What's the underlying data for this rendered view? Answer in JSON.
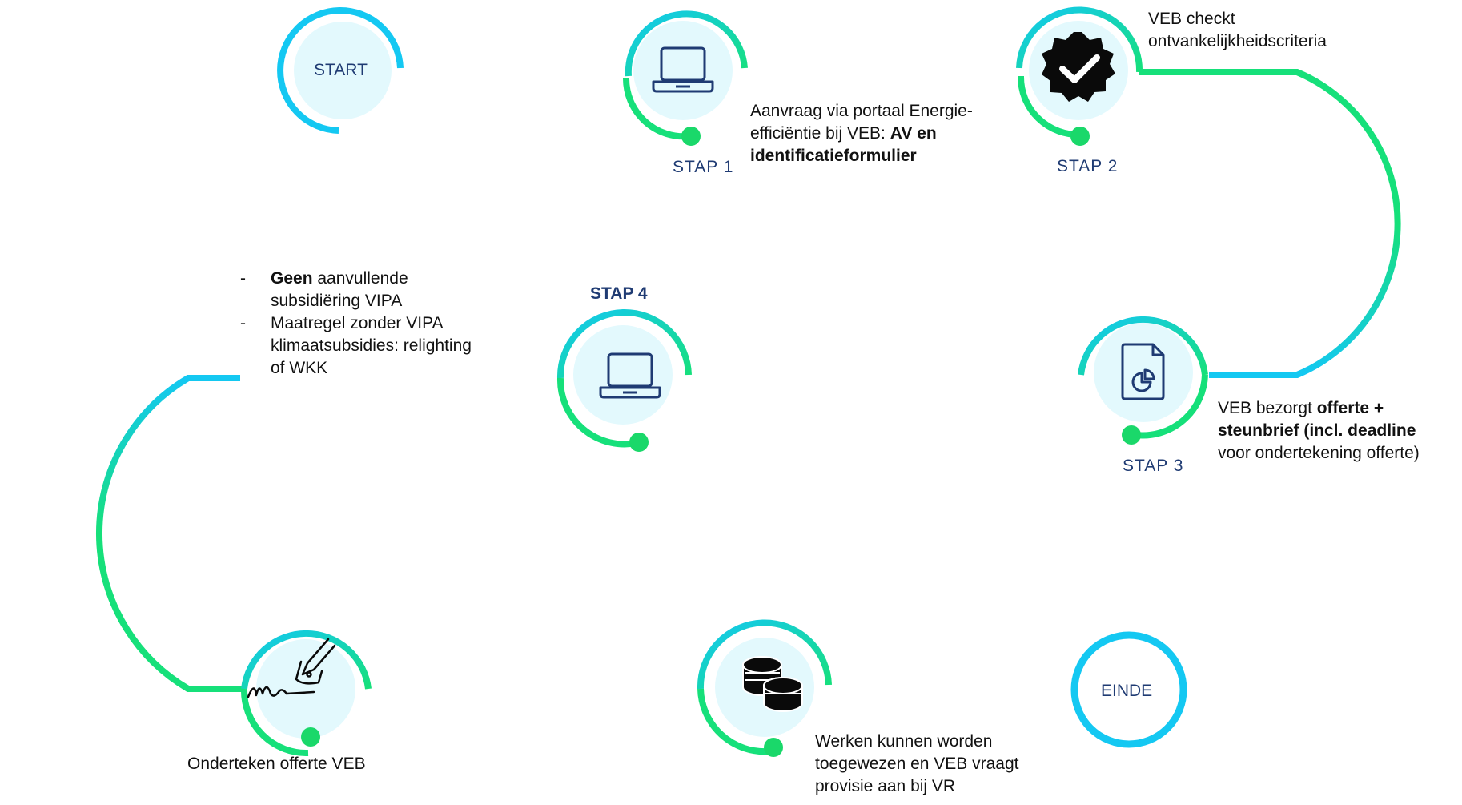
{
  "colors": {
    "blue": "#14c8f2",
    "green": "#16e07a",
    "circle_fill": "#e3f9fd",
    "navy": "#1f3b73"
  },
  "start_label": "START",
  "end_label": "EINDE",
  "steps": {
    "s1": {
      "label": "STAP 1",
      "icon": "laptop-icon"
    },
    "s2": {
      "label": "STAP 2",
      "icon": "verified-badge-icon"
    },
    "s3": {
      "label": "STAP 3",
      "icon": "document-chart-icon"
    },
    "s4": {
      "label": "STAP 4",
      "icon": "laptop-icon"
    },
    "s5": {
      "icon": "signature-pen-icon"
    },
    "s6": {
      "icon": "coins-icon"
    }
  },
  "texts": {
    "s1_line1": "Aanvraag  via portaal Energie-",
    "s1_line2_pre": "efficiëntie bij VEB: ",
    "s1_line2_bold": "AV en",
    "s1_line3_bold": "identificatieformulier",
    "s2_line1": "VEB checkt",
    "s2_line2": "ontvankelijkheidscriteria",
    "s3_line1_pre": "VEB bezorgt ",
    "s3_line1_bold": "offerte +",
    "s3_line2_bold": "steunbrief (incl. deadline",
    "s3_line3": "voor ondertekening offerte)",
    "s4_dash": "-",
    "s4_item1_bold": "Geen",
    "s4_item1_rest": " aanvullende",
    "s4_item1_line2": "subsidiëring VIPA",
    "s4_item2_line1": "Maatregel zonder VIPA",
    "s4_item2_line2": "klimaatsubsidies: relighting",
    "s4_item2_line3": "of WKK",
    "s5_text": "Onderteken offerte VEB",
    "s6_line1": "Werken kunnen worden",
    "s6_line2": "toegewezen en VEB vraagt",
    "s6_line3": "provisie aan bij VR"
  }
}
